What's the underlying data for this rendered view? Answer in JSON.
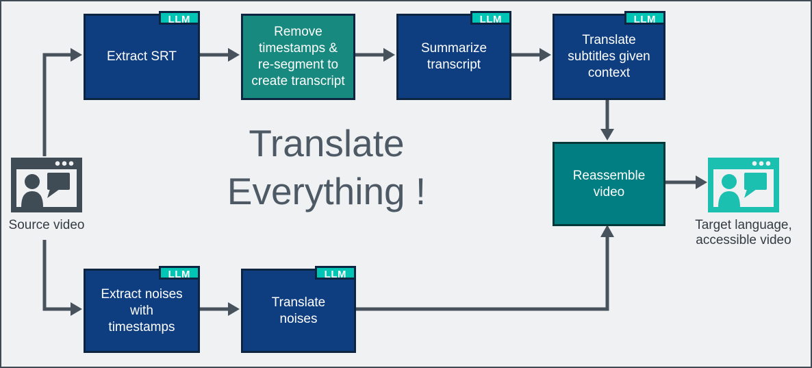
{
  "title": {
    "line1": "Translate",
    "line2": "Everything !"
  },
  "badge": {
    "label": "LLM"
  },
  "nodes": {
    "extract_srt": {
      "label": "Extract SRT",
      "llm": true
    },
    "remove_timestamps": {
      "label": "Remove\ntimestamps &\nre-segment to\ncreate transcript",
      "llm": false
    },
    "summarize_transcript": {
      "label": "Summarize\ntranscript",
      "llm": true
    },
    "translate_subtitles": {
      "label": "Translate\nsubtitles given\ncontext",
      "llm": true
    },
    "reassemble_video": {
      "label": "Reassemble\nvideo",
      "llm": false
    },
    "extract_noises": {
      "label": "Extract noises\nwith\ntimestamps",
      "llm": true
    },
    "translate_noises": {
      "label": "Translate\nnoises",
      "llm": true
    }
  },
  "endpoints": {
    "source": {
      "label": "Source video"
    },
    "target": {
      "label": "Target language,\naccessible video"
    }
  },
  "connections": [
    {
      "from": "source_video",
      "to": "extract_srt"
    },
    {
      "from": "extract_srt",
      "to": "remove_timestamps"
    },
    {
      "from": "remove_timestamps",
      "to": "summarize_transcript"
    },
    {
      "from": "summarize_transcript",
      "to": "translate_subtitles"
    },
    {
      "from": "translate_subtitles",
      "to": "reassemble_video"
    },
    {
      "from": "source_video",
      "to": "extract_noises"
    },
    {
      "from": "extract_noises",
      "to": "translate_noises"
    },
    {
      "from": "translate_noises",
      "to": "reassemble_video"
    },
    {
      "from": "reassemble_video",
      "to": "target_video"
    }
  ],
  "colors": {
    "navy": "#0e3e80",
    "teal_box": "#17897f",
    "dark_teal_box": "#007e81",
    "badge_teal": "#00c5b4",
    "node_border": "#0d2540",
    "dark_teal_border": "#04393a",
    "icon_source": "#3f4b55",
    "icon_target": "#1cc0b0",
    "arrow": "#47525c",
    "title_text": "#4d5964",
    "label_text": "#333b44",
    "background": "#f0f1f2",
    "frame_border": "#3f4a55"
  }
}
